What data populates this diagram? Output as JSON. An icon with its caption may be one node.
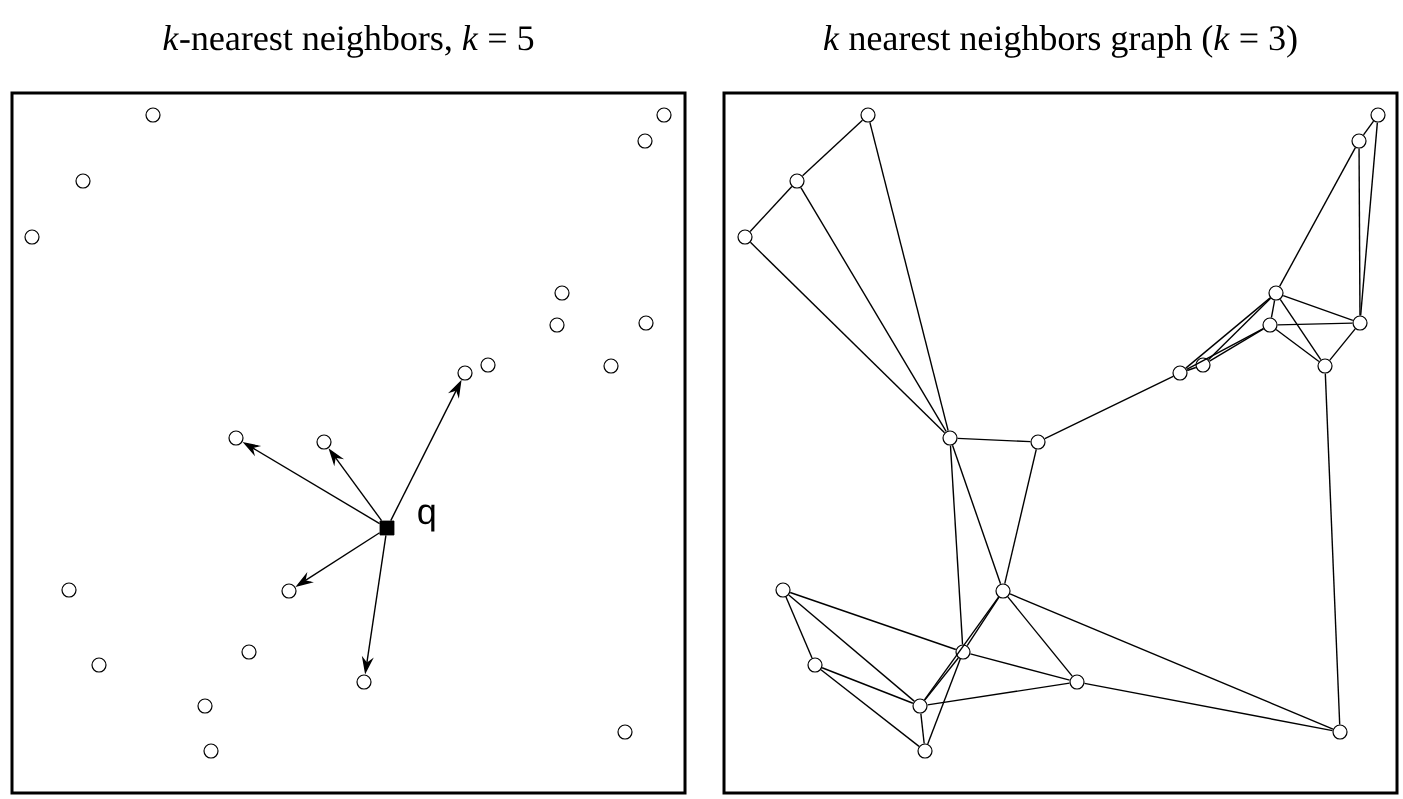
{
  "diagram": {
    "nodes": [
      {
        "text": [
          "*k*-nearest neighbors, *k* = 5"
        ]
      },
      {
        "text": [
          "*k* nearest neighbors graph (*k* = 3)"
        ]
      },
      {
        "text": [],
        "shape": "circle",
        "in": 0
      },
      {
        "text": [],
        "shape": "circle",
        "in": 0
      },
      {
        "text": [],
        "shape": "circle",
        "in": 0
      },
      {
        "text": [],
        "shape": "circle",
        "in": 0
      },
      {
        "text": [],
        "shape": "circle",
        "in": 0
      },
      {
        "text": [],
        "shape": "circle",
        "in": 0
      },
      {
        "text": [],
        "shape": "circle",
        "in": 0
      },
      {
        "text": [],
        "shape": "circle",
        "in": 0
      },
      {
        "text": [],
        "shape": "circle",
        "in": 0
      },
      {
        "text": [],
        "shape": "circle",
        "in": 0
      },
      {
        "text": [],
        "shape": "circle",
        "in": 0
      },
      {
        "text": [],
        "shape": "circle",
        "in": 0
      },
      {
        "text": [],
        "shape": "circle",
        "in": 0
      },
      {
        "text": [],
        "shape": "circle",
        "in": 0
      },
      {
        "text": [],
        "shape": "circle",
        "in": 0
      },
      {
        "text": [],
        "shape": "circle",
        "in": 0
      },
      {
        "text": [],
        "shape": "circle",
        "in": 0
      },
      {
        "text": [],
        "shape": "circle",
        "in": 0
      },
      {
        "text": [],
        "shape": "circle",
        "in": 0
      },
      {
        "text": [],
        "shape": "circle",
        "in": 0
      },
      {
        "text": [],
        "shape": "circle",
        "in": 0
      },
      {
        "text": [],
        "shape": "box",
        "in": 0,
        "beside": [
          "q"
        ]
      },
      {
        "text": [],
        "shape": "circle",
        "in": 1
      },
      {
        "text": [],
        "shape": "circle",
        "in": 1
      },
      {
        "text": [],
        "shape": "circle",
        "in": 1
      },
      {
        "text": [],
        "shape": "circle",
        "in": 1
      },
      {
        "text": [],
        "shape": "circle",
        "in": 1
      },
      {
        "text": [],
        "shape": "circle",
        "in": 1
      },
      {
        "text": [],
        "shape": "circle",
        "in": 1
      },
      {
        "text": [],
        "shape": "circle",
        "in": 1
      },
      {
        "text": [],
        "shape": "circle",
        "in": 1
      },
      {
        "text": [],
        "shape": "circle",
        "in": 1
      },
      {
        "text": [],
        "shape": "circle",
        "in": 1
      },
      {
        "text": [],
        "shape": "circle",
        "in": 1
      },
      {
        "text": [],
        "shape": "circle",
        "in": 1
      },
      {
        "text": [],
        "shape": "circle",
        "in": 1
      },
      {
        "text": [],
        "shape": "circle",
        "in": 1
      },
      {
        "text": [],
        "shape": "circle",
        "in": 1
      },
      {
        "text": [],
        "shape": "circle",
        "in": 1
      },
      {
        "text": [],
        "shape": "circle",
        "in": 1
      },
      {
        "text": [],
        "shape": "circle",
        "in": 1
      },
      {
        "text": [],
        "shape": "circle",
        "in": 1
      },
      {
        "text": [],
        "shape": "circle",
        "in": 1
      }
    ],
    "edges": [
      {
        "from": 23,
        "to": 12,
        "arrow": "to"
      },
      {
        "from": 23,
        "to": 13,
        "arrow": "to"
      },
      {
        "from": 23,
        "to": 14,
        "arrow": "to"
      },
      {
        "from": 23,
        "to": 16,
        "arrow": "to"
      },
      {
        "from": 23,
        "to": 19,
        "arrow": "to"
      },
      {
        "from": 24,
        "to": 25,
        "arrow": "none"
      },
      {
        "from": 25,
        "to": 26,
        "arrow": "none"
      },
      {
        "from": 24,
        "to": 35,
        "arrow": "none"
      },
      {
        "from": 25,
        "to": 35,
        "arrow": "none"
      },
      {
        "from": 26,
        "to": 35,
        "arrow": "none"
      },
      {
        "from": 35,
        "to": 36,
        "arrow": "none"
      },
      {
        "from": 35,
        "to": 38,
        "arrow": "none"
      },
      {
        "from": 35,
        "to": 40,
        "arrow": "none"
      },
      {
        "from": 36,
        "to": 38,
        "arrow": "none"
      },
      {
        "from": 36,
        "to": 34,
        "arrow": "none"
      },
      {
        "from": 27,
        "to": 28,
        "arrow": "none"
      },
      {
        "from": 27,
        "to": 31,
        "arrow": "none"
      },
      {
        "from": 28,
        "to": 31,
        "arrow": "none"
      },
      {
        "from": 28,
        "to": 29,
        "arrow": "none"
      },
      {
        "from": 29,
        "to": 30,
        "arrow": "none"
      },
      {
        "from": 29,
        "to": 31,
        "arrow": "none"
      },
      {
        "from": 29,
        "to": 32,
        "arrow": "none"
      },
      {
        "from": 30,
        "to": 31,
        "arrow": "none"
      },
      {
        "from": 30,
        "to": 32,
        "arrow": "none"
      },
      {
        "from": 32,
        "to": 31,
        "arrow": "none"
      },
      {
        "from": 32,
        "to": 44,
        "arrow": "none"
      },
      {
        "from": 29,
        "to": 33,
        "arrow": "none"
      },
      {
        "from": 29,
        "to": 34,
        "arrow": "none"
      },
      {
        "from": 30,
        "to": 33,
        "arrow": "none"
      },
      {
        "from": 30,
        "to": 34,
        "arrow": "none"
      },
      {
        "from": 33,
        "to": 34,
        "arrow": "none"
      },
      {
        "from": 37,
        "to": 39,
        "arrow": "none"
      },
      {
        "from": 37,
        "to": 42,
        "arrow": "none"
      },
      {
        "from": 37,
        "to": 40,
        "arrow": "none"
      },
      {
        "from": 39,
        "to": 42,
        "arrow": "none"
      },
      {
        "from": 39,
        "to": 43,
        "arrow": "none"
      },
      {
        "from": 42,
        "to": 43,
        "arrow": "none"
      },
      {
        "from": 42,
        "to": 40,
        "arrow": "none"
      },
      {
        "from": 40,
        "to": 38,
        "arrow": "none"
      },
      {
        "from": 42,
        "to": 38,
        "arrow": "none"
      },
      {
        "from": 43,
        "to": 40,
        "arrow": "none"
      },
      {
        "from": 42,
        "to": 41,
        "arrow": "none"
      },
      {
        "from": 40,
        "to": 41,
        "arrow": "none"
      },
      {
        "from": 38,
        "to": 41,
        "arrow": "none"
      },
      {
        "from": 38,
        "to": 44,
        "arrow": "none"
      },
      {
        "from": 41,
        "to": 44,
        "arrow": "none"
      }
    ]
  }
}
